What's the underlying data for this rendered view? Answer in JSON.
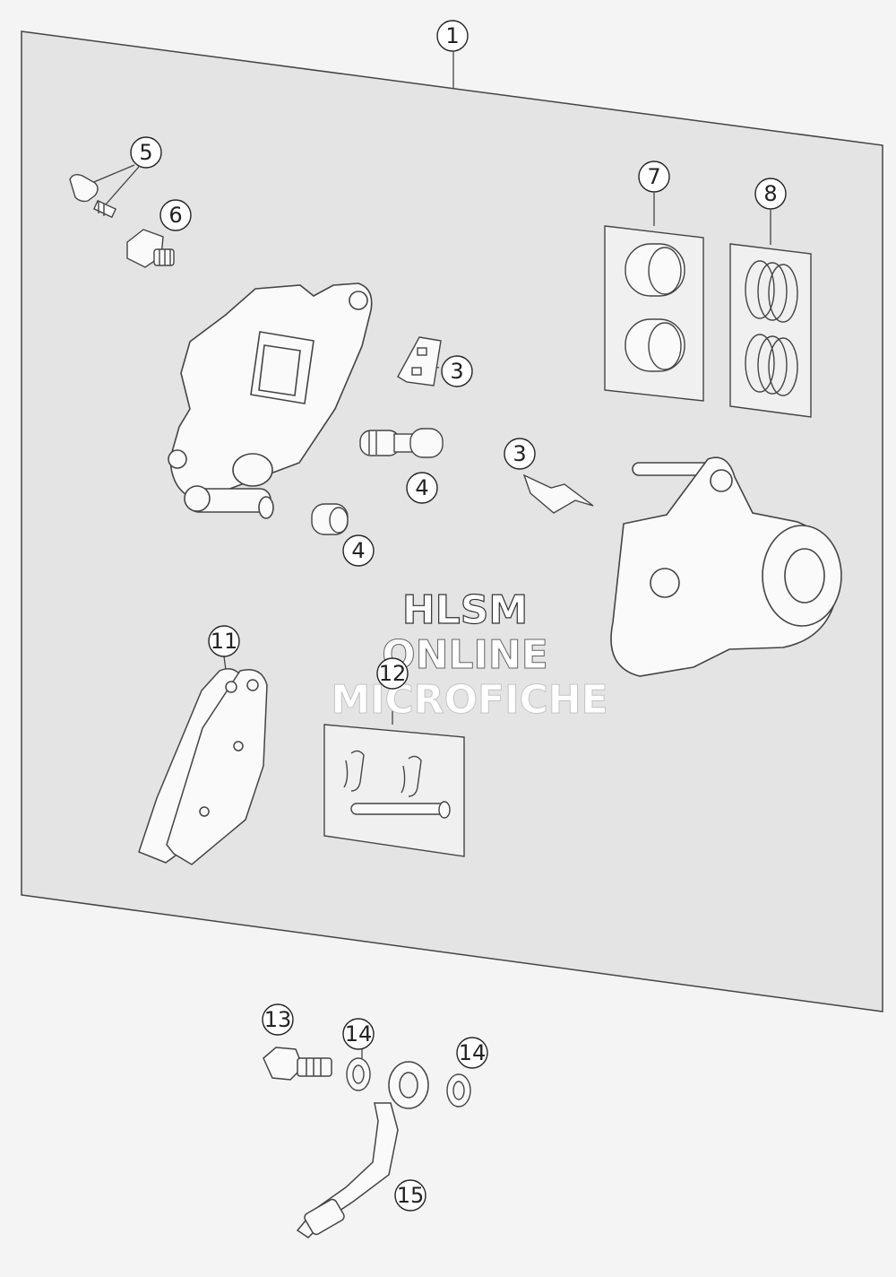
{
  "callouts": {
    "c1": "1",
    "c5": "5",
    "c6": "6",
    "c7": "7",
    "c8": "8",
    "c3a": "3",
    "c3b": "3",
    "c4a": "4",
    "c4b": "4",
    "c11": "11",
    "c12": "12",
    "c13": "13",
    "c14a": "14",
    "c14b": "14",
    "c15": "15"
  },
  "watermark": {
    "line1": "HLSM",
    "line2": "ONLINE",
    "line3": "MICROFICHE"
  },
  "colors": {
    "background": "#f4f4f4",
    "panel": "#e4e4e4",
    "line": "#444444",
    "part_fill": "#fafafa"
  }
}
